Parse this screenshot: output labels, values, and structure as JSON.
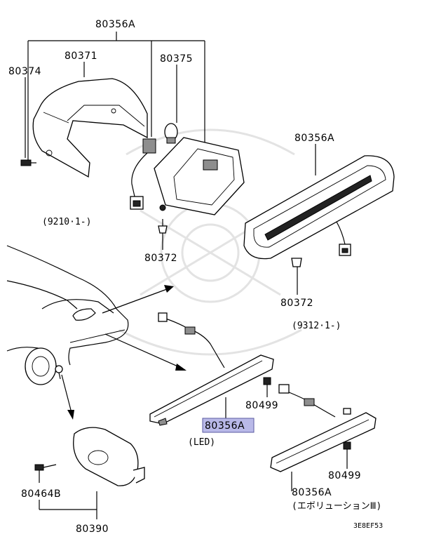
{
  "diagram": {
    "labels": {
      "top_80356A": "80356A",
      "p80371": "80371",
      "p80374": "80374",
      "p80375": "80375",
      "right_80356A": "80356A",
      "note_9210": "(9210·1-)",
      "p80372_left": "80372",
      "p80372_right": "80372",
      "note_9312": "(9312·1-)",
      "p80499_center": "80499",
      "led_80356A": "80356A",
      "note_led": "(LED)",
      "p80499_right": "80499",
      "evo_80356A": "80356A",
      "note_evo": "(エボリューションⅢ)",
      "p80464B": "80464B",
      "p80390": "80390",
      "ref_code": "3E8EF53"
    },
    "colors": {
      "highlight_fill": "#b9b9e8",
      "highlight_stroke": "#5a5aa0",
      "line": "#000000",
      "shade": "#8e8e8e"
    }
  }
}
